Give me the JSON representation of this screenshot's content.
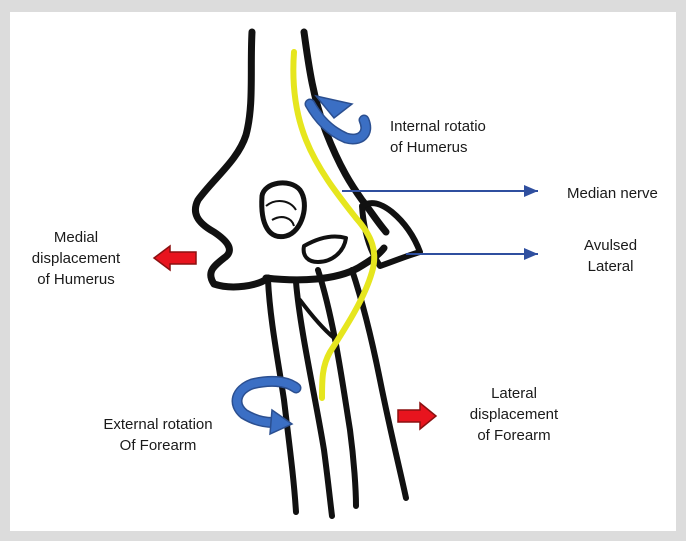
{
  "diagram": {
    "labels": {
      "internal_rotation": "Internal rotatio\nof Humerus",
      "median_nerve": "Median nerve",
      "avulsed_lateral": "Avulsed\nLateral",
      "medial_displacement": "Medial\ndisplacement\nof Humerus",
      "external_rotation": "External rotation\nOf Forearm",
      "lateral_displacement": "Lateral\ndisplacement\nof Forearm"
    },
    "colors": {
      "bone_outline": "#111111",
      "nerve": "#e6e61e",
      "rotation_arrow": "#3b6fc4",
      "displacement_arrow": "#e8141e",
      "pointer_line": "#2f4f9f"
    }
  }
}
